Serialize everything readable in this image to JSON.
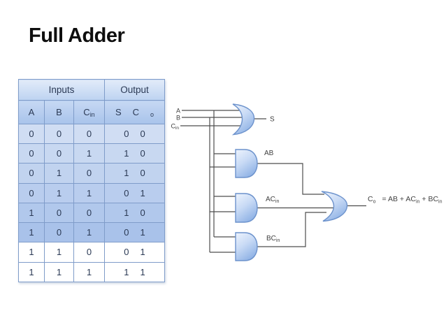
{
  "title": "Full Adder",
  "truth_table": {
    "inputs_header": "Inputs",
    "output_header": "Output",
    "columns": {
      "a": "A",
      "b": "B",
      "cin_main": "C",
      "cin_sub": "in",
      "s": "S",
      "co_main": "C",
      "co_sub": "o"
    },
    "rows": [
      {
        "a": "0",
        "b": "0",
        "cin": "0",
        "s": "0",
        "co": "0"
      },
      {
        "a": "0",
        "b": "0",
        "cin": "1",
        "s": "1",
        "co": "0"
      },
      {
        "a": "0",
        "b": "1",
        "cin": "0",
        "s": "1",
        "co": "0"
      },
      {
        "a": "0",
        "b": "1",
        "cin": "1",
        "s": "0",
        "co": "1"
      },
      {
        "a": "1",
        "b": "0",
        "cin": "0",
        "s": "1",
        "co": "0"
      },
      {
        "a": "1",
        "b": "0",
        "cin": "1",
        "s": "0",
        "co": "1"
      },
      {
        "a": "1",
        "b": "1",
        "cin": "0",
        "s": "0",
        "co": "1"
      },
      {
        "a": "1",
        "b": "1",
        "cin": "1",
        "s": "1",
        "co": "1"
      }
    ]
  },
  "circuit": {
    "input_a": "A",
    "input_b": "B",
    "input_cin_main": "C",
    "input_cin_sub": "in",
    "sum_label": "S",
    "and1_label": "AB",
    "and2_main": "AC",
    "and2_sub": "in",
    "and3_main": "BC",
    "and3_sub": "in",
    "carry_main": "C",
    "carry_sub": "o",
    "formula_part1": "= AB + AC",
    "formula_sub1": "in",
    "formula_part2": "+ BC",
    "formula_sub2": "in"
  },
  "colors": {
    "gate_fill_light": "#eaf1fc",
    "gate_fill_mid": "#c8daf5",
    "gate_fill_dark": "#92b4e6",
    "gate_stroke": "#6c92cc",
    "wire": "#4d4d4d",
    "table_border": "#7f9cc9"
  }
}
